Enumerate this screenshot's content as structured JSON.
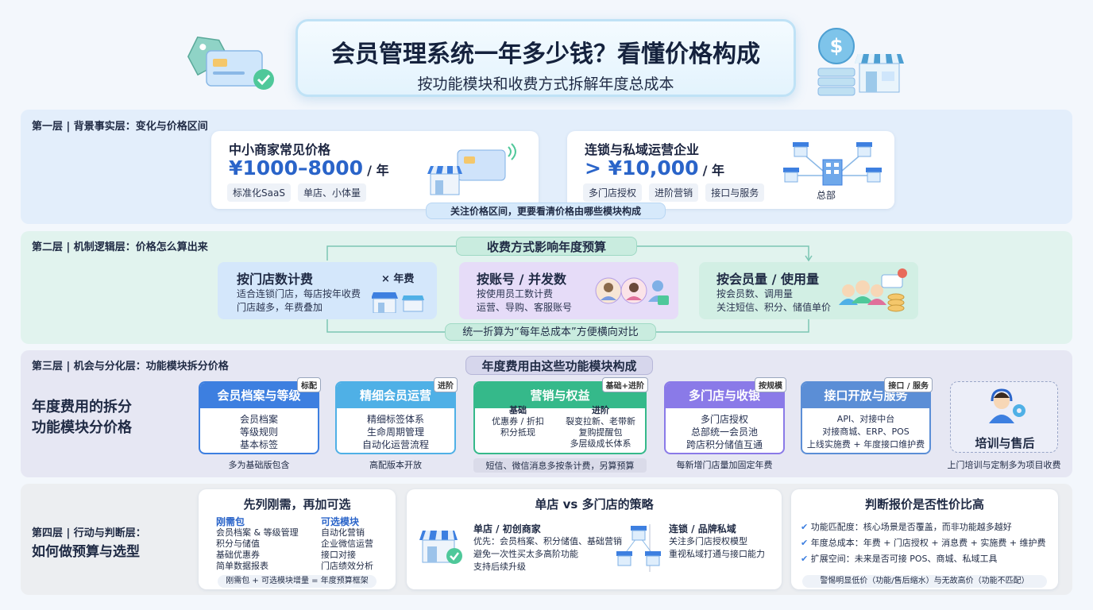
{
  "header": {
    "title": "会员管理系统一年多少钱？看懂价格构成",
    "subtitle": "按功能模块和收费方式拆解年度总成本"
  },
  "layer1": {
    "label": "第一层 | 背景事实层：变化与价格区间",
    "small_biz": {
      "title": "中小商家常见价格",
      "price": "¥1000–8000",
      "unit": "/ 年",
      "tags": [
        "标准化SaaS",
        "单店、小体量"
      ]
    },
    "chain_biz": {
      "title": "连锁与私域运营企业",
      "price": "> ¥10,000",
      "unit": "/ 年",
      "tags": [
        "多门店授权",
        "进阶营销",
        "接口与服务"
      ],
      "hq_label": "总部"
    },
    "note": "关注价格区间，更要看清价格由哪些模块构成"
  },
  "layer2": {
    "label": "第二层 | 机制逻辑层：价格怎么算出来",
    "banner": "收费方式影响年度预算",
    "footer": "统一折算为“每年总成本”方便横向对比",
    "methods": [
      {
        "title": "按门店数计费",
        "badge": "× 年费",
        "desc1": "适合连锁门店，每店按年收费",
        "desc2": "门店越多，年费叠加"
      },
      {
        "title": "按账号 / 并发数",
        "desc1": "按使用员工数计费",
        "desc2": "运营、导购、客服账号"
      },
      {
        "title": "按会员量 / 使用量",
        "desc1": "按会员数、调用量",
        "desc2": "关注短信、积分、储值单价"
      }
    ]
  },
  "layer3": {
    "label": "第三层 | 机会与分化层：功能模块拆分价格",
    "banner": "年度费用由这些功能模块构成",
    "side_title_1": "年度费用的拆分",
    "side_title_2": "功能模块分价格",
    "modules": [
      {
        "title": "会员档案与等级",
        "badge": "标配",
        "lines": [
          "会员档案",
          "等级规则",
          "基本标签"
        ],
        "note": "多为基础版包含"
      },
      {
        "title": "精细会员运营",
        "badge": "进阶",
        "lines": [
          "精细标签体系",
          "生命周期管理",
          "自动化运营流程"
        ],
        "note": "高配版本开放"
      },
      {
        "title": "营销与权益",
        "badge": "基础+进阶",
        "col1": [
          "基础",
          "优惠券 / 折扣",
          "积分抵现"
        ],
        "col2": [
          "进阶",
          "裂变拉新、老带新",
          "复购提醒包",
          "多层级成长体系"
        ],
        "note": "短信、微信消息多按条计费，另算预算"
      },
      {
        "title": "多门店与收银",
        "badge": "按规模",
        "lines": [
          "多门店授权",
          "总部统一会员池",
          "跨店积分储值互通"
        ],
        "note": "每新增门店量加固定年费"
      },
      {
        "title": "接口开放与服务",
        "badge": "接口 / 服务",
        "lines": [
          "API、对接中台",
          "对接商城、ERP、POS",
          "上线实施费 + 年度接口维护费"
        ],
        "note": ""
      }
    ],
    "training": {
      "title": "培训与售后",
      "note": "上门培训与定制多为项目收费"
    }
  },
  "layer4": {
    "label_1": "第四层 | 行动与判断层：",
    "label_2": "如何做预算与选型",
    "card1": {
      "title": "先列刚需，再加可选",
      "col1_head": "刚需包",
      "col1": [
        "会员档案 & 等级管理",
        "积分与储值",
        "基础优惠券",
        "简单数据报表"
      ],
      "col2_head": "可选模块",
      "col2": [
        "自动化营销",
        "企业微信运营",
        "接口对接",
        "门店绩效分析"
      ],
      "footer": "刚需包 + 可选模块增量 = 年度预算框架"
    },
    "card2": {
      "title": "单店 vs 多门店的策略",
      "left_head": "单店 / 初创商家",
      "left_lines": [
        "优先：会员档案、积分储值、基础营销",
        "避免一次性买太多高阶功能",
        "支持后续升级"
      ],
      "right_head": "连锁 / 品牌私域",
      "right_lines": [
        "关注多门店授权模型",
        "重视私域打通与接口能力"
      ]
    },
    "card3": {
      "title": "判断报价是否性价比高",
      "items": [
        "功能匹配度：核心场景是否覆盖，而非功能越多越好",
        "年度总成本：年费 + 门店授权 + 消息费 + 实施费 + 维护费",
        "扩展空间：未来是否可接 POS、商城、私域工具"
      ],
      "footer": "警惕明显低价（功能/售后缩水）与无故高价（功能不匹配）"
    }
  },
  "colors": {
    "mod1": "#3d7fe0",
    "mod2": "#4fb0e6",
    "mod3": "#35b98a",
    "mod4": "#8a7ae8",
    "mod5": "#5b8ed6"
  }
}
